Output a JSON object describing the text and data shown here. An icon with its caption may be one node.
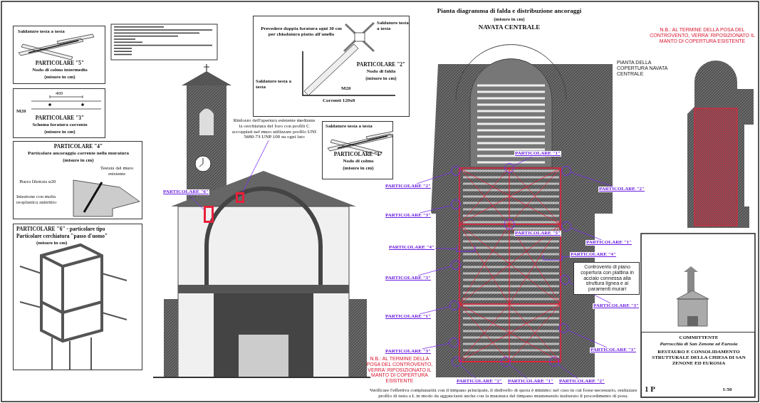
{
  "diagram": {
    "nodes": [
      {
        "text": [
          "Saldature testa a testa",
          "PARTICOLARE \"5\"",
          "Nodo di colmo intermedio",
          "(misure in cm)"
        ]
      },
      {
        "text": [
          "400",
          "M20",
          "PARTICOLARE \"3\"",
          "Schema foratura corrente",
          "(misure in cm)"
        ]
      },
      {
        "text": [
          "PARTICOLARE \"4\"",
          "Particolare ancoraggio corrente nella muratura",
          "(misure in cm)",
          "Testata del muro esistente",
          "Barra filettata ø20",
          "Iniezione con malta reoplastica antiritiro"
        ]
      },
      {
        "text": [
          "PARTICOLARE \"6\" - particolare tipo",
          "Particolare cerchiatura \"passo d'uomo\"",
          "(misure in cm)"
        ]
      },
      {
        "text": [
          "Prevedere doppia foratura ogni 30 cm per chiodatura piatto all'anello",
          "Saldature testa a testa",
          "Saldature testa a testa",
          "PARTICOLARE \"2\"",
          "Nodo di falda",
          "(misure in cm)",
          "M20",
          "Correnti 120x8"
        ]
      },
      {
        "text": [
          "Saldature testa a testa",
          "PARTICOLARE \"1\"",
          "Nodo di colmo",
          "(misure in cm)"
        ]
      },
      {
        "text": [
          "Rinforzo dell'apertura esistente mediante la cerchiatura del foro con profili C accoppiati nel muro utilizzare profilo UNI 5680-73 UNP 100 su ogni lato"
        ]
      },
      {
        "text": [
          "PARTICOLARE \"6\""
        ]
      },
      {
        "text": [
          "PARTICOLARE \"2\""
        ]
      },
      {
        "text": [
          "PARTICOLARE \"1\""
        ]
      },
      {
        "text": [
          "PARTICOLARE \"2\""
        ]
      },
      {
        "text": [
          "PARTICOLARE \"3\""
        ]
      },
      {
        "text": [
          "PARTICOLARE \"5\""
        ]
      },
      {
        "text": [
          "PARTICOLARE \"1\""
        ]
      },
      {
        "text": [
          "PARTICOLARE \"4\""
        ]
      },
      {
        "text": [
          "PARTICOLARE \"4\""
        ]
      },
      {
        "text": [
          "PARTICOLARE \"3\""
        ]
      },
      {
        "text": [
          "PARTICOLARE \"3\""
        ]
      },
      {
        "text": [
          "PARTICOLARE \"1\""
        ]
      },
      {
        "text": [
          "PARTICOLARE \"3\""
        ]
      },
      {
        "text": [
          "PARTICOLARE \"3\""
        ]
      },
      {
        "text": [
          "PARTICOLARE \"2\""
        ]
      },
      {
        "text": [
          "PARTICOLARE \"1\""
        ]
      },
      {
        "text": [
          "PARTICOLARE \"2\""
        ]
      },
      {
        "text": [
          "Controvento di piano copertura con piattina in acciaio connessa alla struttura lignea e ai paramenti murari"
        ]
      },
      {
        "text": [
          "COMMITTENTE",
          "Parrocchia di San Zenone ed Eurosia",
          "RESTAURO E CONSOLIDAMENTO STRUTTURALE DELLA CHIESA DI SAN ZENONE ED EUROSIA",
          "1 P",
          "1:50"
        ]
      },
      {
        "text": [],
        "shape": "box"
      },
      {
        "text": [],
        "shape": "box"
      },
      {
        "text": [],
        "shape": "circle"
      },
      {
        "text": [],
        "shape": "circle"
      },
      {
        "text": [],
        "shape": "circle"
      },
      {
        "text": [],
        "shape": "circle"
      },
      {
        "text": [],
        "shape": "circle"
      },
      {
        "text": [],
        "shape": "circle"
      },
      {
        "text": [],
        "shape": "circle"
      },
      {
        "text": [],
        "shape": "circle"
      },
      {
        "text": [],
        "shape": "circle"
      },
      {
        "text": [],
        "shape": "circle"
      },
      {
        "text": [],
        "shape": "circle"
      },
      {
        "text": [],
        "shape": "circle"
      },
      {
        "text": [],
        "shape": "circle"
      },
      {
        "text": [],
        "shape": "bar"
      },
      {
        "text": [],
        "shape": "bar"
      }
    ],
    "edges": [
      {
        "from": 6,
        "to": 26,
        "arrow": "none"
      },
      {
        "from": 7,
        "to": 27,
        "arrow": "none"
      },
      {
        "from": 8,
        "to": 28,
        "arrow": "none"
      },
      {
        "from": 9,
        "to": 29,
        "arrow": "none"
      },
      {
        "from": 10,
        "to": 30,
        "arrow": "none"
      },
      {
        "from": 11,
        "to": 31,
        "arrow": "none"
      },
      {
        "from": 13,
        "to": 32,
        "arrow": "none"
      },
      {
        "from": 14,
        "to": 41,
        "arrow": "none"
      },
      {
        "from": 15,
        "to": 42,
        "arrow": "none"
      },
      {
        "from": 16,
        "to": 33,
        "arrow": "none"
      },
      {
        "from": 17,
        "to": 34,
        "arrow": "none"
      },
      {
        "from": 18,
        "to": 35,
        "arrow": "none"
      },
      {
        "from": 19,
        "to": 36,
        "arrow": "none"
      },
      {
        "from": 20,
        "to": 37,
        "arrow": "none"
      },
      {
        "from": 21,
        "to": 38,
        "arrow": "none"
      },
      {
        "from": 22,
        "to": 39,
        "arrow": "none"
      },
      {
        "from": 23,
        "to": 40,
        "arrow": "none"
      }
    ],
    "labels": [
      "Pianta diagramma di falda e distribuzione ancoraggi",
      "(misure in cm)",
      "NAVATA CENTRALE",
      "N.B.: AL TERMINE DELLA POSA DEL CONTROVENTO, VERRA' RIPOSIZIONATO IL MANTO DI COPERTURA ESISTENTE",
      "Verificare l'effettiva complanarità con il timpano principale, il dislivello di quota è minimo: nel caso in cui fosse necessario, realizzare profilo di testa a L in modo da agganciarsi anche con la muratura del timpano mantenendo inalterato il procedimento di posa.",
      "N.B.: AL TERMINE DELLA POSA DEL CONTROVENTO, VERRA' RIPOSIZIONATO IL MANTO DI COPERTURA ESISTENTE",
      "PIANTA DELLA COPERTURA NAVATA CENTRALE"
    ]
  }
}
